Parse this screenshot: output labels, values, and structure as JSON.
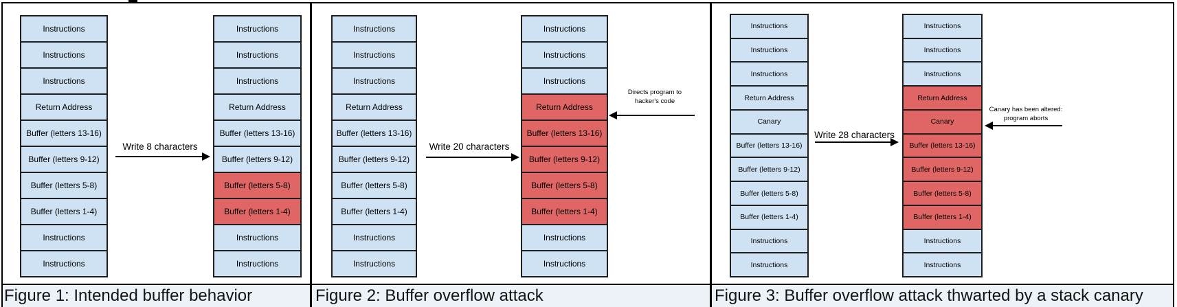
{
  "colors": {
    "cell_normal": "#cfe2f3",
    "cell_overwritten": "#e06666",
    "cell_border": "#1f1f1f",
    "caption_bar": "#edf2f9",
    "divider": "#000000"
  },
  "figures": [
    {
      "caption": "Figure 1: Intended buffer behavior",
      "action_label": "Write 8 characters",
      "before": [
        {
          "label": "Instructions",
          "overwritten": false
        },
        {
          "label": "Instructions",
          "overwritten": false
        },
        {
          "label": "Instructions",
          "overwritten": false
        },
        {
          "label": "Return Address",
          "overwritten": false
        },
        {
          "label": "Buffer (letters 13-16)",
          "overwritten": false
        },
        {
          "label": "Buffer (letters 9-12)",
          "overwritten": false
        },
        {
          "label": "Buffer (letters 5-8)",
          "overwritten": false
        },
        {
          "label": "Buffer (letters 1-4)",
          "overwritten": false
        },
        {
          "label": "Instructions",
          "overwritten": false
        },
        {
          "label": "Instructions",
          "overwritten": false
        }
      ],
      "after": [
        {
          "label": "Instructions",
          "overwritten": false
        },
        {
          "label": "Instructions",
          "overwritten": false
        },
        {
          "label": "Instructions",
          "overwritten": false
        },
        {
          "label": "Return Address",
          "overwritten": false
        },
        {
          "label": "Buffer (letters 13-16)",
          "overwritten": false
        },
        {
          "label": "Buffer (letters 9-12)",
          "overwritten": false
        },
        {
          "label": "Buffer (letters 5-8)",
          "overwritten": true
        },
        {
          "label": "Buffer (letters 1-4)",
          "overwritten": true
        },
        {
          "label": "Instructions",
          "overwritten": false
        },
        {
          "label": "Instructions",
          "overwritten": false
        }
      ]
    },
    {
      "caption": "Figure 2: Buffer overflow attack",
      "action_label": "Write 20 characters",
      "annotation": [
        "Directs program to",
        "hacker's code"
      ],
      "before": [
        {
          "label": "Instructions",
          "overwritten": false
        },
        {
          "label": "Instructions",
          "overwritten": false
        },
        {
          "label": "Instructions",
          "overwritten": false
        },
        {
          "label": "Return Address",
          "overwritten": false
        },
        {
          "label": "Buffer (letters 13-16)",
          "overwritten": false
        },
        {
          "label": "Buffer (letters 9-12)",
          "overwritten": false
        },
        {
          "label": "Buffer (letters 5-8)",
          "overwritten": false
        },
        {
          "label": "Buffer (letters 1-4)",
          "overwritten": false
        },
        {
          "label": "Instructions",
          "overwritten": false
        },
        {
          "label": "Instructions",
          "overwritten": false
        }
      ],
      "after": [
        {
          "label": "Instructions",
          "overwritten": false
        },
        {
          "label": "Instructions",
          "overwritten": false
        },
        {
          "label": "Instructions",
          "overwritten": false
        },
        {
          "label": "Return Address",
          "overwritten": true
        },
        {
          "label": "Buffer (letters 13-16)",
          "overwritten": true
        },
        {
          "label": "Buffer (letters 9-12)",
          "overwritten": true
        },
        {
          "label": "Buffer (letters 5-8)",
          "overwritten": true
        },
        {
          "label": "Buffer (letters 1-4)",
          "overwritten": true
        },
        {
          "label": "Instructions",
          "overwritten": false
        },
        {
          "label": "Instructions",
          "overwritten": false
        }
      ]
    },
    {
      "caption": "Figure 3: Buffer overflow attack thwarted by a stack canary",
      "action_label": "Write 28 characters",
      "annotation": [
        "Canary has been altered:",
        "program aborts"
      ],
      "before": [
        {
          "label": "Instructions",
          "overwritten": false
        },
        {
          "label": "Instructions",
          "overwritten": false
        },
        {
          "label": "Instructions",
          "overwritten": false
        },
        {
          "label": "Return Address",
          "overwritten": false
        },
        {
          "label": "Canary",
          "overwritten": false
        },
        {
          "label": "Buffer (letters 13-16)",
          "overwritten": false
        },
        {
          "label": "Buffer (letters 9-12)",
          "overwritten": false
        },
        {
          "label": "Buffer (letters 5-8)",
          "overwritten": false
        },
        {
          "label": "Buffer (letters 1-4)",
          "overwritten": false
        },
        {
          "label": "Instructions",
          "overwritten": false
        },
        {
          "label": "Instructions",
          "overwritten": false
        }
      ],
      "after": [
        {
          "label": "Instructions",
          "overwritten": false
        },
        {
          "label": "Instructions",
          "overwritten": false
        },
        {
          "label": "Instructions",
          "overwritten": false
        },
        {
          "label": "Return Address",
          "overwritten": true
        },
        {
          "label": "Canary",
          "overwritten": true
        },
        {
          "label": "Buffer (letters 13-16)",
          "overwritten": true
        },
        {
          "label": "Buffer (letters 9-12)",
          "overwritten": true
        },
        {
          "label": "Buffer (letters 5-8)",
          "overwritten": true
        },
        {
          "label": "Buffer (letters 1-4)",
          "overwritten": true
        },
        {
          "label": "Instructions",
          "overwritten": false
        },
        {
          "label": "Instructions",
          "overwritten": false
        }
      ]
    }
  ]
}
